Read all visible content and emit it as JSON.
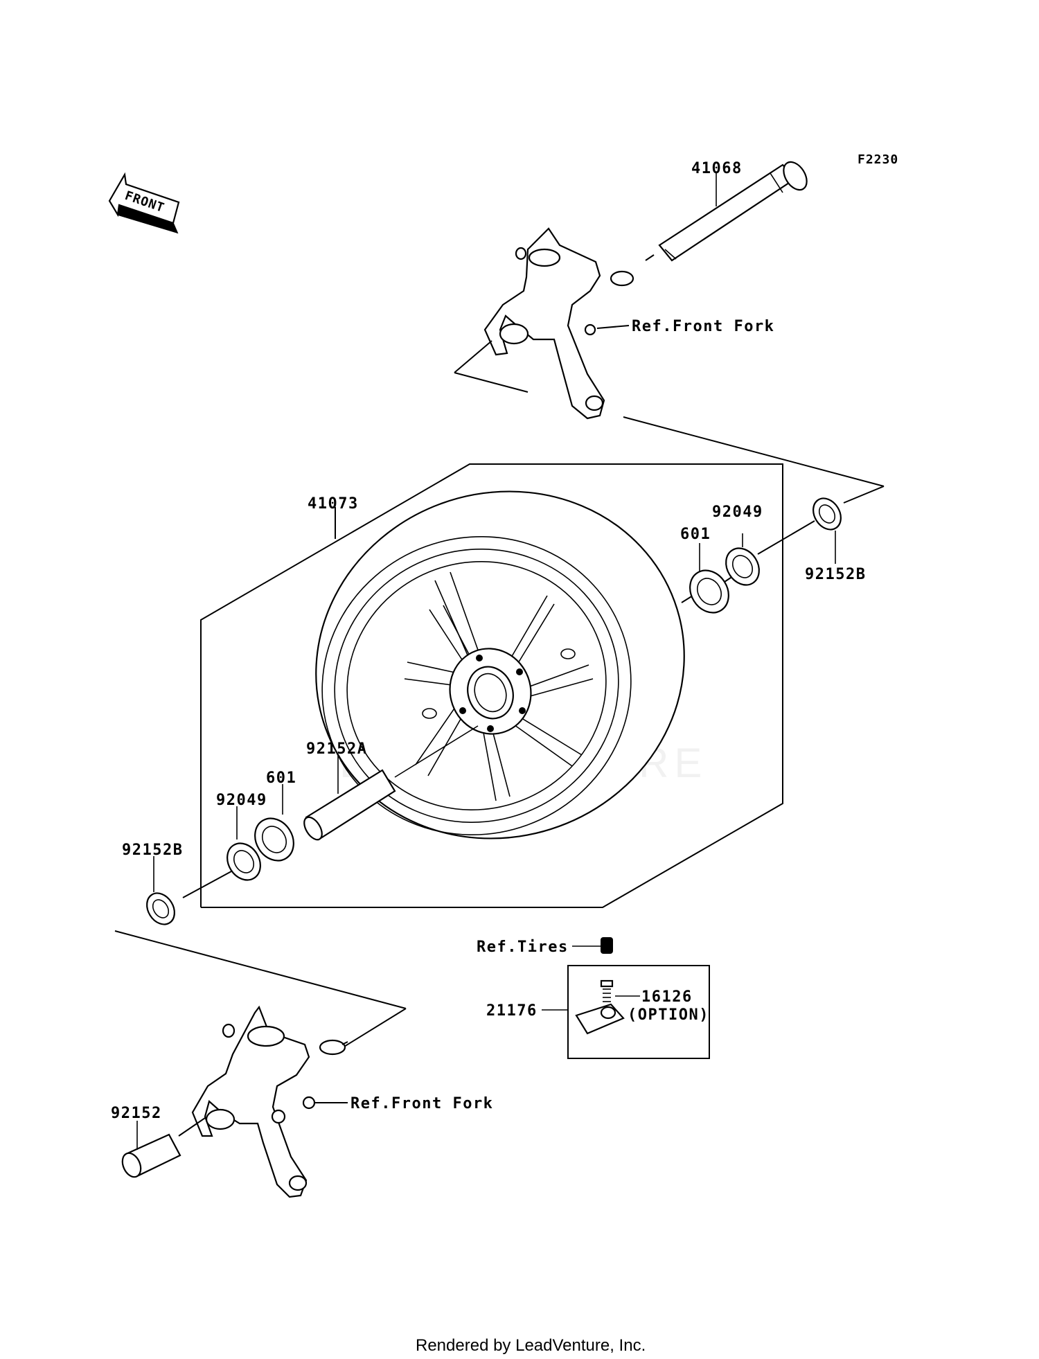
{
  "diagram": {
    "code": "F2230",
    "front_arrow": "FRONT",
    "watermark": "LEADVENTURE",
    "footer": "Rendered by LeadVenture, Inc."
  },
  "labels": {
    "p41068": "41068",
    "ref_front_fork_top": "Ref.Front Fork",
    "p41073": "41073",
    "p92049_right": "92049",
    "p601_right": "601",
    "p92152b_right": "92152B",
    "p92152a": "92152A",
    "p601_left": "601",
    "p92049_left": "92049",
    "p92152b_left": "92152B",
    "ref_tires": "Ref.Tires",
    "p16126": "16126",
    "option": "(OPTION)",
    "p21176": "21176",
    "p92152": "92152",
    "ref_front_fork_bottom": "Ref.Front Fork"
  }
}
